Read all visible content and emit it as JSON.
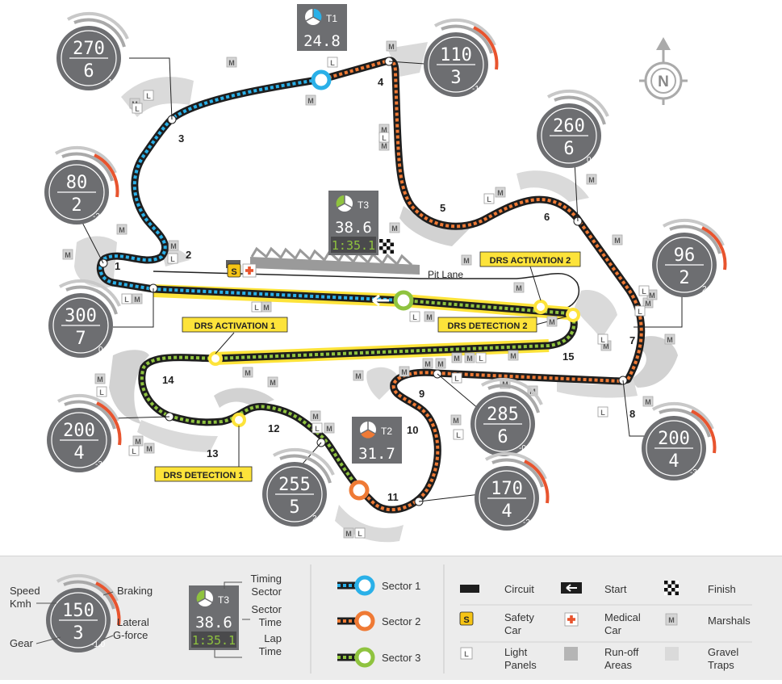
{
  "turns": {
    "t1": "1",
    "t2": "2",
    "t3": "3",
    "t4": "4",
    "t5": "5",
    "t6": "6",
    "t7": "7",
    "t8": "8",
    "t9": "9",
    "t10": "10",
    "t11": "11",
    "t12": "12",
    "t13": "13",
    "t14": "14",
    "t15": "15"
  },
  "pit_lane": "Pit Lane",
  "north": "N",
  "marshal": "M",
  "light": "L",
  "safety": "S",
  "drs": {
    "activation1": "DRS ACTIVATION 1",
    "detection1": "DRS DETECTION 1",
    "activation2": "DRS ACTIVATION 2",
    "detection2": "DRS DETECTION 2"
  },
  "timing": {
    "t1": {
      "label": "T1",
      "time": "24.8",
      "color": "#2ab0e8"
    },
    "t2": {
      "label": "T2",
      "time": "31.7",
      "color": "#ef7a35"
    },
    "t3": {
      "label": "T3",
      "time": "38.6",
      "lap": "1:35.1",
      "color": "#8fc33f"
    }
  },
  "gauges": {
    "g270": {
      "speed": "270",
      "gear": "6",
      "g": "1.5"
    },
    "g110": {
      "speed": "110",
      "gear": "3",
      "g": "-1.0"
    },
    "g260": {
      "speed": "260",
      "gear": "6",
      "g": "0.1"
    },
    "g80": {
      "speed": "80",
      "gear": "2",
      "g": "-2.0"
    },
    "g96": {
      "speed": "96",
      "gear": "2",
      "g": "2.0"
    },
    "g300": {
      "speed": "300",
      "gear": "7",
      "g": "0.1"
    },
    "g200a": {
      "speed": "200",
      "gear": "4",
      "g": "-3.0"
    },
    "g285": {
      "speed": "285",
      "gear": "6",
      "g": "-0.1"
    },
    "g200b": {
      "speed": "200",
      "gear": "4",
      "g": "-3.0"
    },
    "g255": {
      "speed": "255",
      "gear": "5",
      "g": "2.0"
    },
    "g170": {
      "speed": "170",
      "gear": "4",
      "g": "-2.2"
    }
  },
  "legend": {
    "gauge": {
      "speed": "150",
      "gear": "3",
      "g": "-1.0",
      "speed_label_1": "Speed",
      "speed_label_2": "Kmh",
      "braking": "Braking",
      "lateral_1": "Lateral",
      "lateral_2": "G-force",
      "gear_label": "Gear"
    },
    "timing": {
      "label": "T3",
      "sector": "38.6",
      "lap": "1:35.1",
      "timing_1": "Timing",
      "timing_2": "Sector",
      "sector_1": "Sector",
      "sector_2": "Time",
      "lap_1": "Lap",
      "lap_2": "Time"
    },
    "sector1": "Sector 1",
    "sector2": "Sector 2",
    "sector3": "Sector 3",
    "circuit": "Circuit",
    "start": "Start",
    "finish": "Finish",
    "safety_1": "Safety",
    "safety_2": "Car",
    "medical_1": "Medical",
    "medical_2": "Car",
    "marshals": "Marshals",
    "light_1": "Light",
    "light_2": "Panels",
    "runoff_1": "Run-off",
    "runoff_2": "Areas",
    "gravel_1": "Gravel",
    "gravel_2": "Traps"
  },
  "colors": {
    "sector1": "#2ab0e8",
    "sector2": "#ef7a35",
    "sector3": "#8fc33f",
    "drs": "#fde33a",
    "gauge": "#6d6e71",
    "braking": "#e8542e"
  }
}
